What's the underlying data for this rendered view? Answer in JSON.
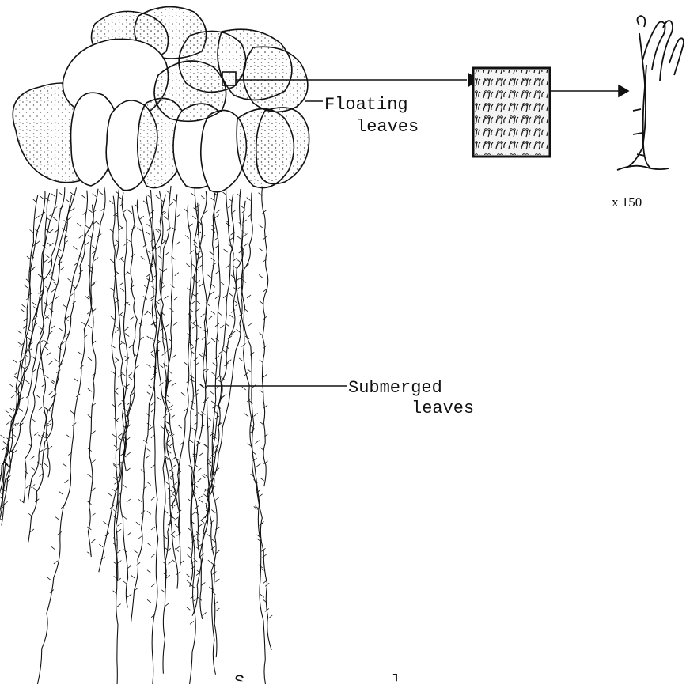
{
  "labels": {
    "floating_line1": "Floating",
    "floating_line2": "leaves",
    "submerged_line1": "Submerged",
    "submerged_line2": "leaves",
    "magnification": "x 150"
  },
  "caption_partial": "S              l",
  "colors": {
    "ink": "#111111",
    "stipple": "#555555",
    "background": "#ffffff"
  }
}
